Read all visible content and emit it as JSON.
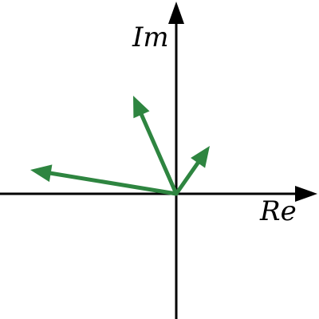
{
  "axes": {
    "x_label": "Re",
    "y_label": "Im",
    "color": "#000000"
  },
  "vectors": {
    "color": "#2e8540",
    "items": [
      {
        "name": "vector-upper-left",
        "re": -1.8,
        "im": 4.1
      },
      {
        "name": "vector-upper-right",
        "re": 1.4,
        "im": 2.0
      },
      {
        "name": "vector-far-left",
        "re": -6.1,
        "im": 1.0
      }
    ]
  }
}
